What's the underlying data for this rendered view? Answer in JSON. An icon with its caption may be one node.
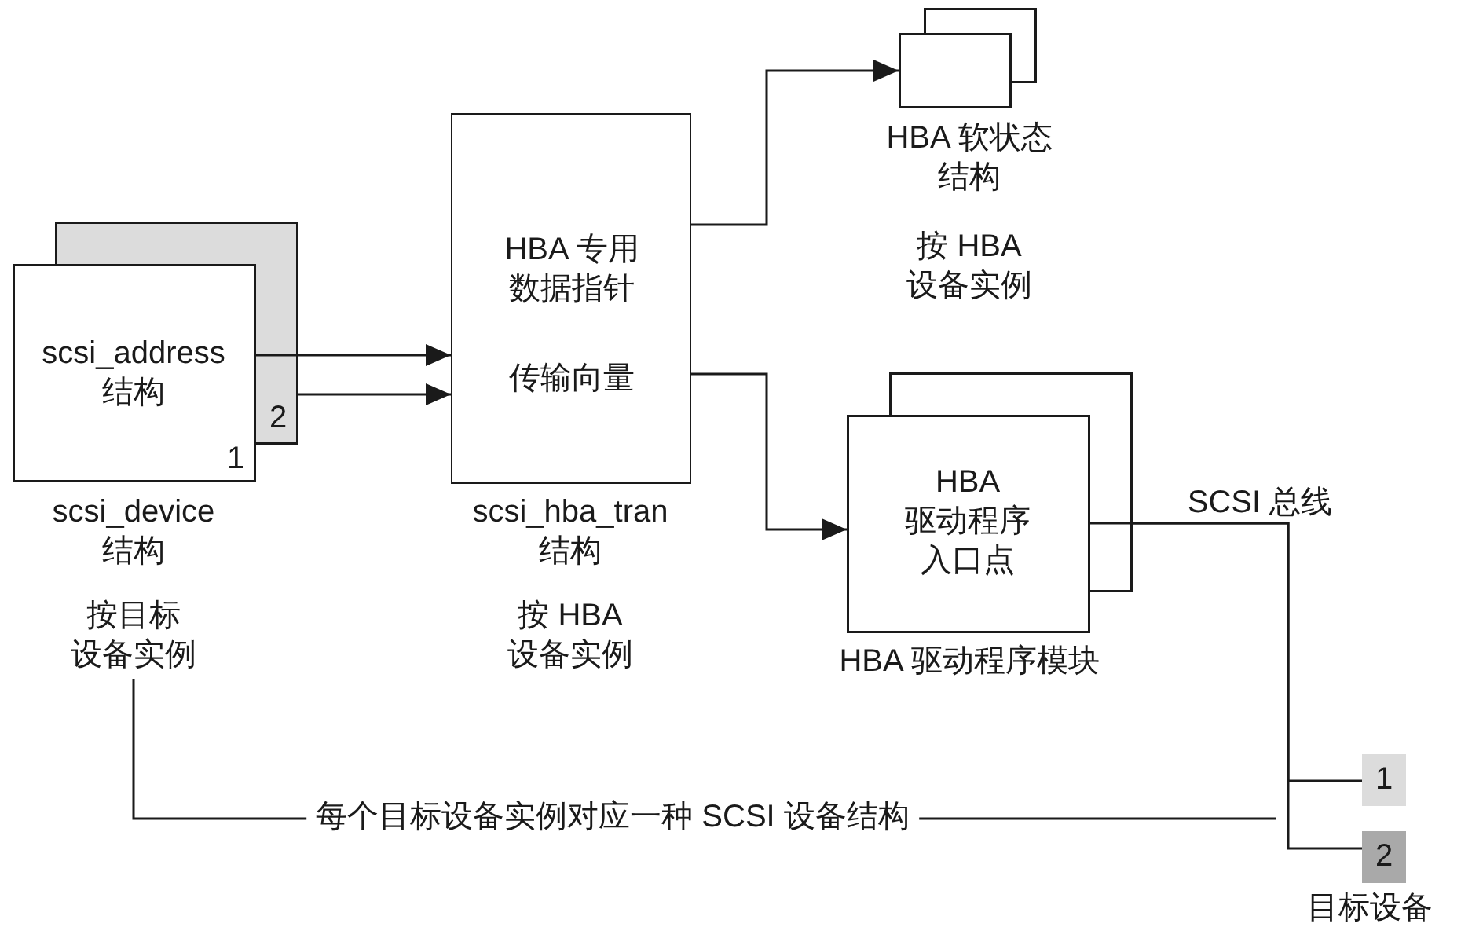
{
  "diagram": {
    "nodes": [
      {
        "text": [
          "scsi_address 结构",
          "1",
          "2"
        ],
        "beside": [
          "scsi_device 结构"
        ]
      },
      {
        "text": [
          "按目标设备实例"
        ]
      },
      {
        "text": [
          "HBA 专用数据指针",
          "传输向量"
        ],
        "beside": [
          "scsi_hba_tran 结构",
          "按 HBA 设备实例"
        ]
      },
      {
        "text": [],
        "shape": "box",
        "beside": [
          "HBA 软状态结构",
          "按 HBA 设备实例"
        ]
      },
      {
        "text": [
          "HBA 驱动程序入口点"
        ],
        "beside": [
          "HBA 驱动程序模块"
        ]
      },
      {
        "text": [
          "1"
        ]
      },
      {
        "text": [
          "2"
        ],
        "beside": [
          "目标设备"
        ]
      }
    ],
    "edges": [
      {
        "from": 0,
        "to": 2,
        "arrow": "to"
      },
      {
        "from": 0,
        "to": 2,
        "arrow": "to"
      },
      {
        "from": 2,
        "to": 3,
        "arrow": "to"
      },
      {
        "from": 2,
        "to": 4,
        "arrow": "to"
      },
      {
        "from": 4,
        "to": 5,
        "arrow": "none"
      },
      {
        "from": 4,
        "to": 6,
        "arrow": "none"
      },
      {
        "from": 1,
        "to": null,
        "arrow": "none",
        "label": "每个目标设备实例对应一种 SCSI 设备结构"
      }
    ],
    "labels": [
      "SCSI 总线"
    ]
  }
}
